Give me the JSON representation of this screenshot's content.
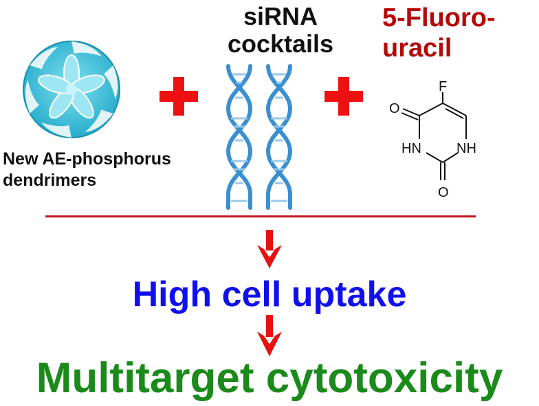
{
  "components": {
    "dendrimer_label_line1": "New AE-phosphorus",
    "dendrimer_label_line2": "dendrimers",
    "sirna_label_line1": "siRNA",
    "sirna_label_line2": "cocktails",
    "drug_label_line1": "5-Fluoro-",
    "drug_label_line2": "uracil"
  },
  "structure_atoms": {
    "fluorine": "F",
    "oxygen_top": "O",
    "oxygen_bottom": "O",
    "nh_left": "HN",
    "nh_right": "NH"
  },
  "operators": [
    "+",
    "+"
  ],
  "results": {
    "step1": "High cell uptake",
    "step2": "Multitarget cytotoxicity"
  },
  "colors": {
    "plus_red": "#ee1111",
    "drug_label": "#b40a0a",
    "divider": "#c0141a",
    "arrow_red": "#e81010",
    "step1_blue": "#1010ee",
    "step2_green": "#1a8a1a",
    "dendrimer_cyan": "#3cc2dc",
    "dna_blue": "#3a8fd0"
  }
}
